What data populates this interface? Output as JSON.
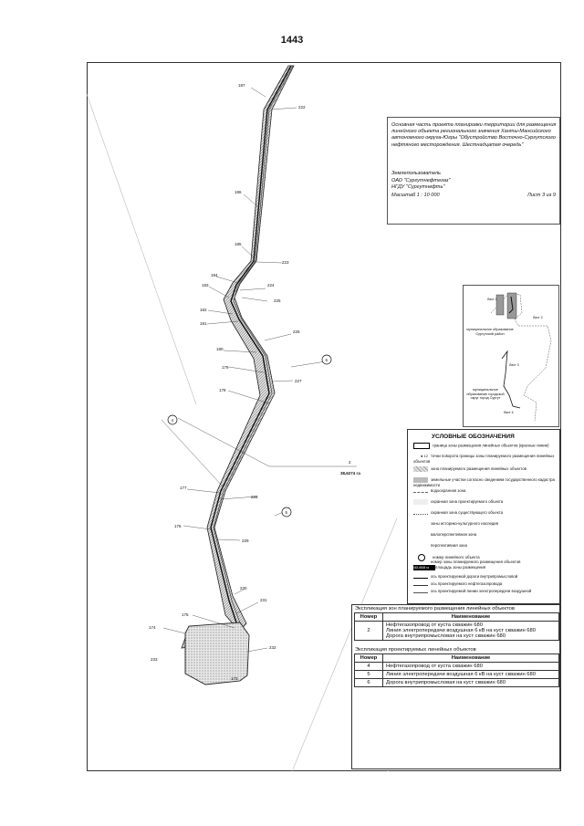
{
  "page_number": "1443",
  "title_block": {
    "description": "Основная часть проекта планировки территории для размещения линейного объекта регионального значения Ханты-Мансийского автономного округа-Югры \"Обустройство Восточно-Сургутского нефтяного месторождения. Шестнадцатая очередь\"",
    "landowner_label": "Землепользователь",
    "landowner_1": "ОАО \"Сургутнефтегаз\"",
    "landowner_2": "НГДУ \"Сургутнефть\"",
    "scale": "Масштаб 1 : 10 000",
    "sheet": "Лист 3 из 9"
  },
  "inset_map": {
    "label_1": "муниципальное образование Сургутский район",
    "label_2": "муниципальное образование городской округ город Сургут",
    "sheet_labels": [
      "Лист 1",
      "Лист 2",
      "Лист 3",
      "Лист 4"
    ]
  },
  "point_labels": {
    "p187": "187",
    "p222": "222",
    "p186": "186",
    "p185": "185",
    "p223": "223",
    "p184": "184",
    "p183": "183",
    "p224": "224",
    "p225": "225",
    "p182": "182",
    "p181": "181",
    "p226": "226",
    "p180": "180",
    "p179": "179",
    "p227": "227",
    "p178": "178",
    "p177": "177",
    "p228": "228",
    "p176": "176",
    "p229": "229",
    "p230": "230",
    "p231": "231",
    "p175": "175",
    "p174": "174",
    "p232": "232",
    "p233": "233",
    "p173": "173"
  },
  "object_markers": {
    "m6": "6",
    "m4": "4",
    "m5": "5"
  },
  "callout": {
    "number": "2",
    "area": "38,6274 га"
  },
  "legend": {
    "title": "УСЛОВНЫЕ ОБОЗНАЧЕНИЯ",
    "items": [
      "граница зоны размещения линейных объектов (красные линии)",
      "точки поворота границы зоны планируемого размещения линейных объектов",
      "зона планируемого размещения линейных объектов",
      "земельные участки согласно сведениям государственного кадастра недвижимости",
      "водоохранная зона",
      "охранная зона проектируемого объекта",
      "охранная зона существующего объекта",
      "зоны историко-культурного наследия",
      "малоперспективная зона",
      "перспективная зона",
      "номер линейного объекта",
      "номер зоны планируемого размещения объектов",
      "площадь зоны размещения",
      "ось проектируемой дороги внутрипромысловой",
      "ось проектируемого нефтегазопровода",
      "ось проектируемой линии электропередачи воздушной"
    ],
    "point_sample": "12",
    "area_sample": "463.8808 га"
  },
  "explication_zones": {
    "caption": "Экспликация зон планируемого размещения линейных объектов",
    "headers": [
      "Номер",
      "Наименование"
    ],
    "rows": [
      {
        "number": "2",
        "names": [
          "Нефтегазопровод от куста скважин 680",
          "Линия электропередачи воздушная 6 кВ на куст скважин 680",
          "Дорога внутрипромысловая на куст скважин 680"
        ]
      }
    ]
  },
  "explication_objects": {
    "caption": "Экспликация проектируемых линейных объектов",
    "headers": [
      "Номер",
      "Наименование"
    ],
    "rows": [
      {
        "number": "4",
        "name": "Нефтегазопровод от куста скважин 680"
      },
      {
        "number": "5",
        "name": "Линия электропередачи воздушная 6 кВ на куст скважин 680"
      },
      {
        "number": "6",
        "name": "Дорога внутрипромысловая на куст скважин 680"
      }
    ]
  }
}
